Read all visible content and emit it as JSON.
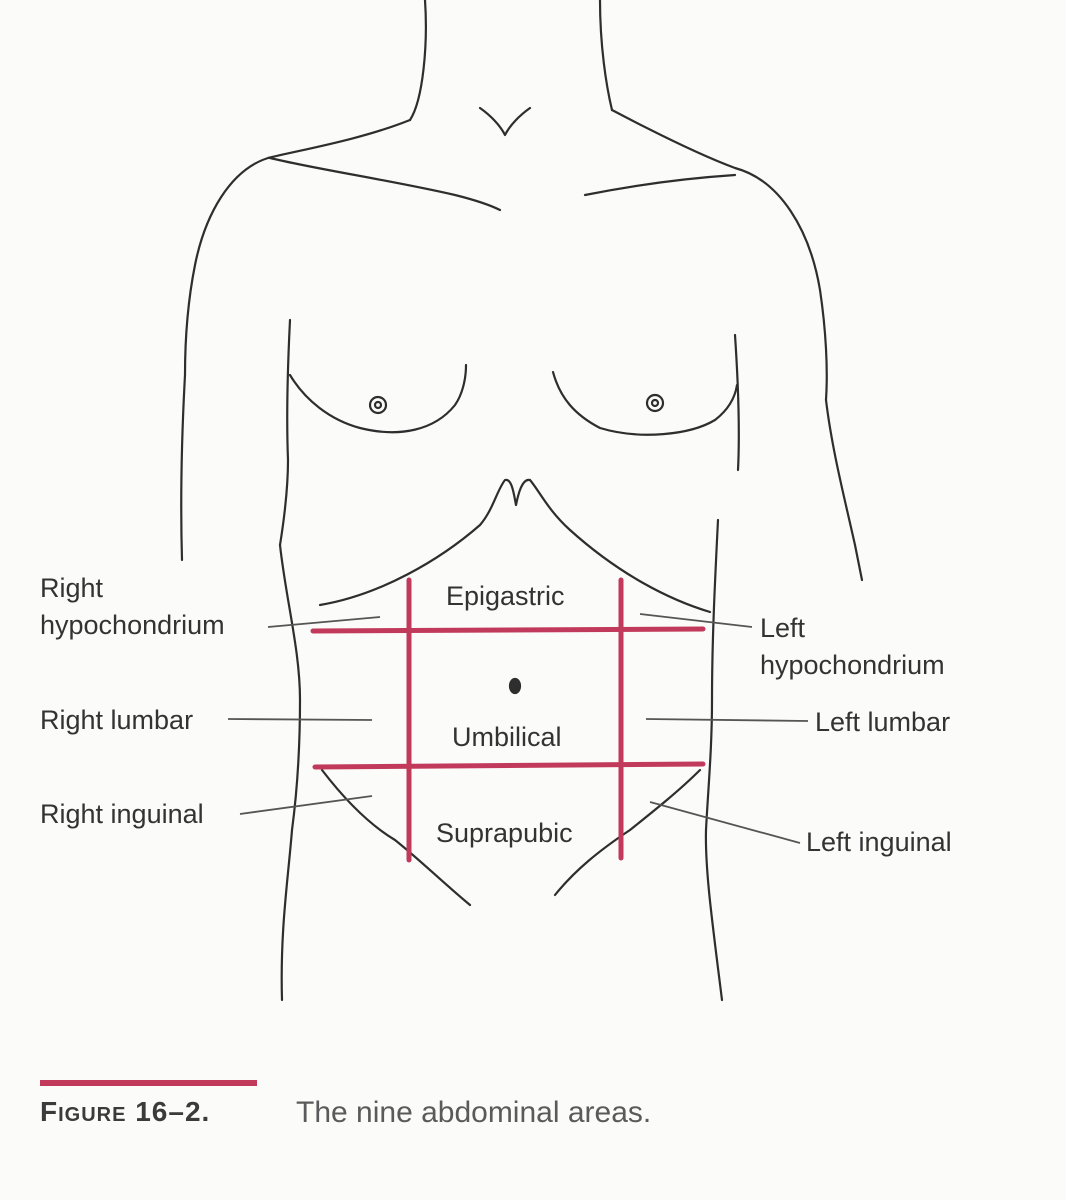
{
  "colors": {
    "outline": "#2e2e2e",
    "grid_line": "#c23a5b",
    "leader_line": "#555555",
    "text": "#333333"
  },
  "regions": {
    "epigastric": "Epigastric",
    "umbilical": "Umbilical",
    "suprapubic": "Suprapubic"
  },
  "callouts": {
    "right_hypochondrium": [
      "Right",
      "hypochondrium"
    ],
    "left_hypochondrium": [
      "Left",
      "hypochondrium"
    ],
    "right_lumbar": "Right lumbar",
    "left_lumbar": "Left lumbar",
    "right_inguinal": "Right inguinal",
    "left_inguinal": "Left inguinal"
  },
  "caption": {
    "number": "Figure 16–2.",
    "text": "The nine abdominal areas."
  }
}
